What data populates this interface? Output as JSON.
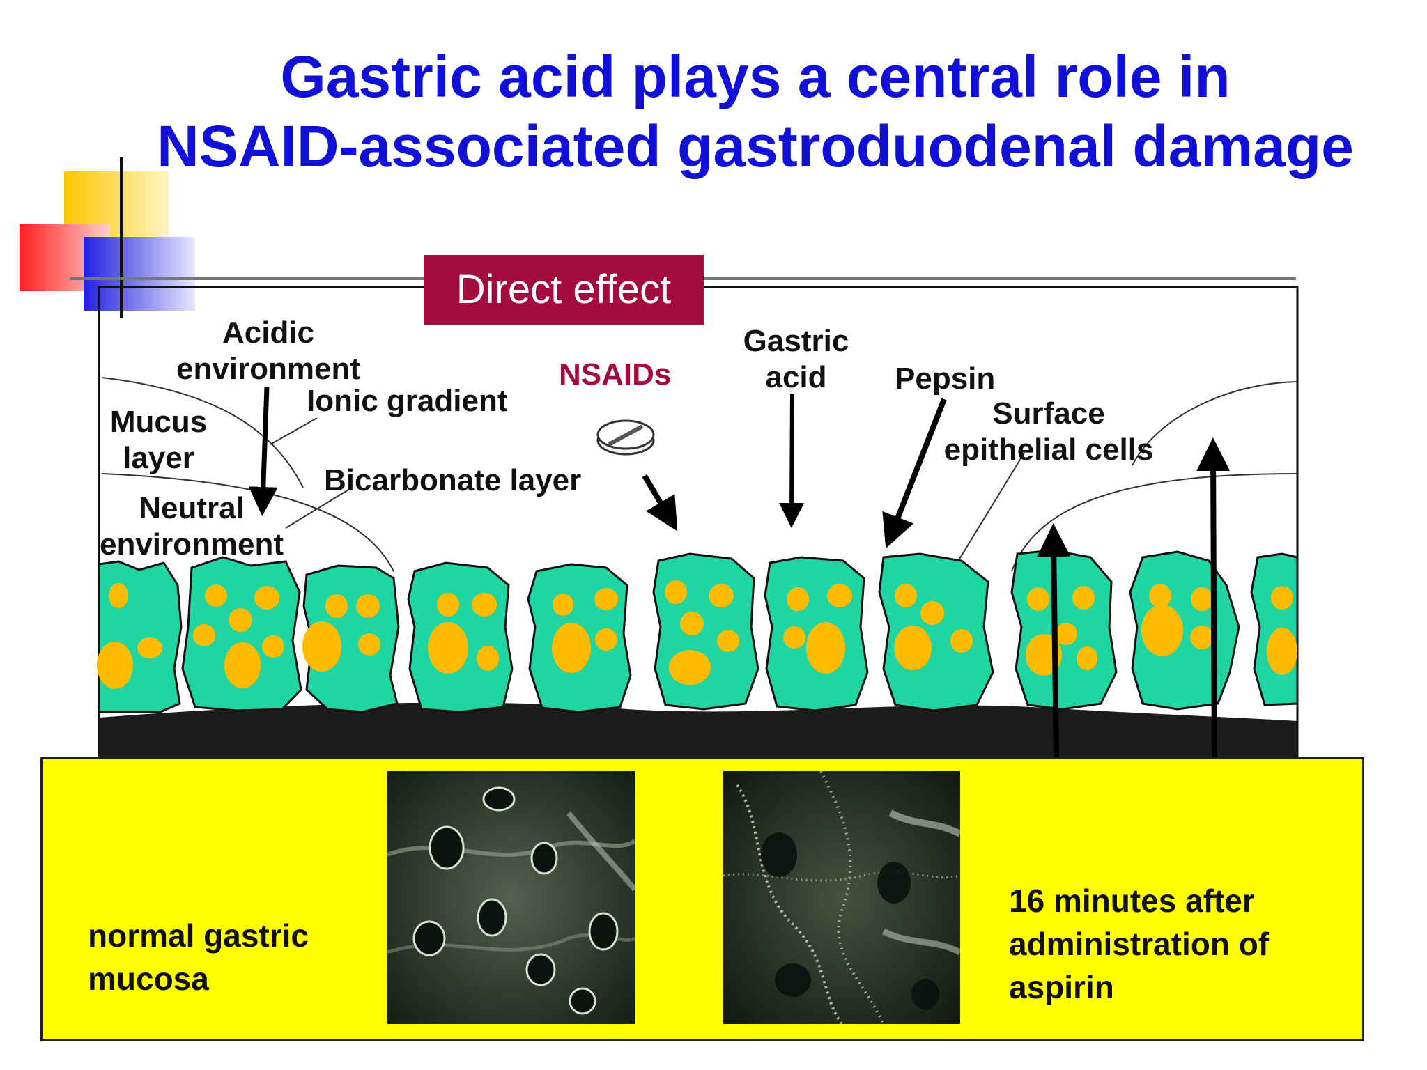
{
  "title": {
    "line1": "Gastric acid plays a central role in",
    "line2": "NSAID-associated gastroduodenal damage"
  },
  "diagram": {
    "banner": "Direct effect",
    "labels": {
      "acidic_1": "Acidic",
      "acidic_2": "environment",
      "ionic": "Ionic gradient",
      "mucus_1": "Mucus",
      "mucus_2": "layer",
      "neutral_1": "Neutral",
      "neutral_2": "environment",
      "bicarb": "Bicarbonate layer",
      "nsaids": "NSAIDs",
      "gastric_1": "Gastric",
      "gastric_2": "acid",
      "pepsin": "Pepsin",
      "surface_1": "Surface",
      "surface_2": "epithelial cells"
    }
  },
  "panel": {
    "left_caption_1": "normal gastric",
    "left_caption_2": "mucosa",
    "right_caption_1": "16 minutes after",
    "right_caption_2": "administration of",
    "right_caption_3": "aspirin"
  },
  "colors": {
    "title": "#1010d8",
    "banner": "#a30b3c",
    "cell": "#1fd6a3",
    "nucleus": "#ffbb00",
    "panel": "#ffff00"
  }
}
